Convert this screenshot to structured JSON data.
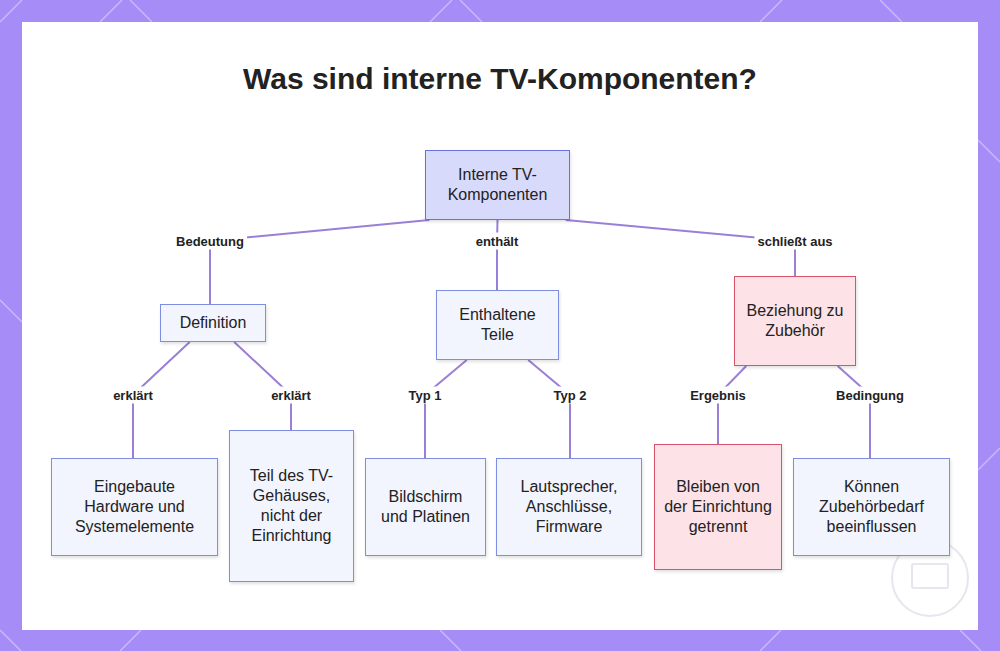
{
  "diagram": {
    "title": "Was sind interne TV-Komponenten?",
    "nodes": [
      {
        "text": [
          "Interne TV-Komponenten"
        ]
      },
      {
        "text": [
          "Definition"
        ]
      },
      {
        "text": [
          "Enthaltene Teile"
        ]
      },
      {
        "text": [
          "Beziehung zu Zubehör"
        ]
      },
      {
        "text": [
          "Eingebaute Hardware und Systemelemente"
        ]
      },
      {
        "text": [
          "Teil des TV-Gehäuses, nicht der Einrichtung"
        ]
      },
      {
        "text": [
          "Bildschirm und Platinen"
        ]
      },
      {
        "text": [
          "Lautsprecher, Anschlüsse, Firmware"
        ]
      },
      {
        "text": [
          "Bleiben von der Einrichtung getrennt"
        ]
      },
      {
        "text": [
          "Können Zubehörbedarf beeinflussen"
        ]
      }
    ],
    "edges": [
      {
        "from": 0,
        "to": 1,
        "label": "Bedeutung",
        "arrow": "none"
      },
      {
        "from": 0,
        "to": 2,
        "label": "enthält",
        "arrow": "none"
      },
      {
        "from": 0,
        "to": 3,
        "label": "schließt aus",
        "arrow": "none"
      },
      {
        "from": 1,
        "to": 4,
        "label": "erklärt",
        "arrow": "none"
      },
      {
        "from": 1,
        "to": 5,
        "label": "erklärt",
        "arrow": "none"
      },
      {
        "from": 2,
        "to": 6,
        "label": "Typ 1",
        "arrow": "none"
      },
      {
        "from": 2,
        "to": 7,
        "label": "Typ 2",
        "arrow": "none"
      },
      {
        "from": 3,
        "to": 8,
        "label": "Ergebnis",
        "arrow": "none"
      },
      {
        "from": 3,
        "to": 9,
        "label": "Bedingung",
        "arrow": "none"
      }
    ]
  }
}
